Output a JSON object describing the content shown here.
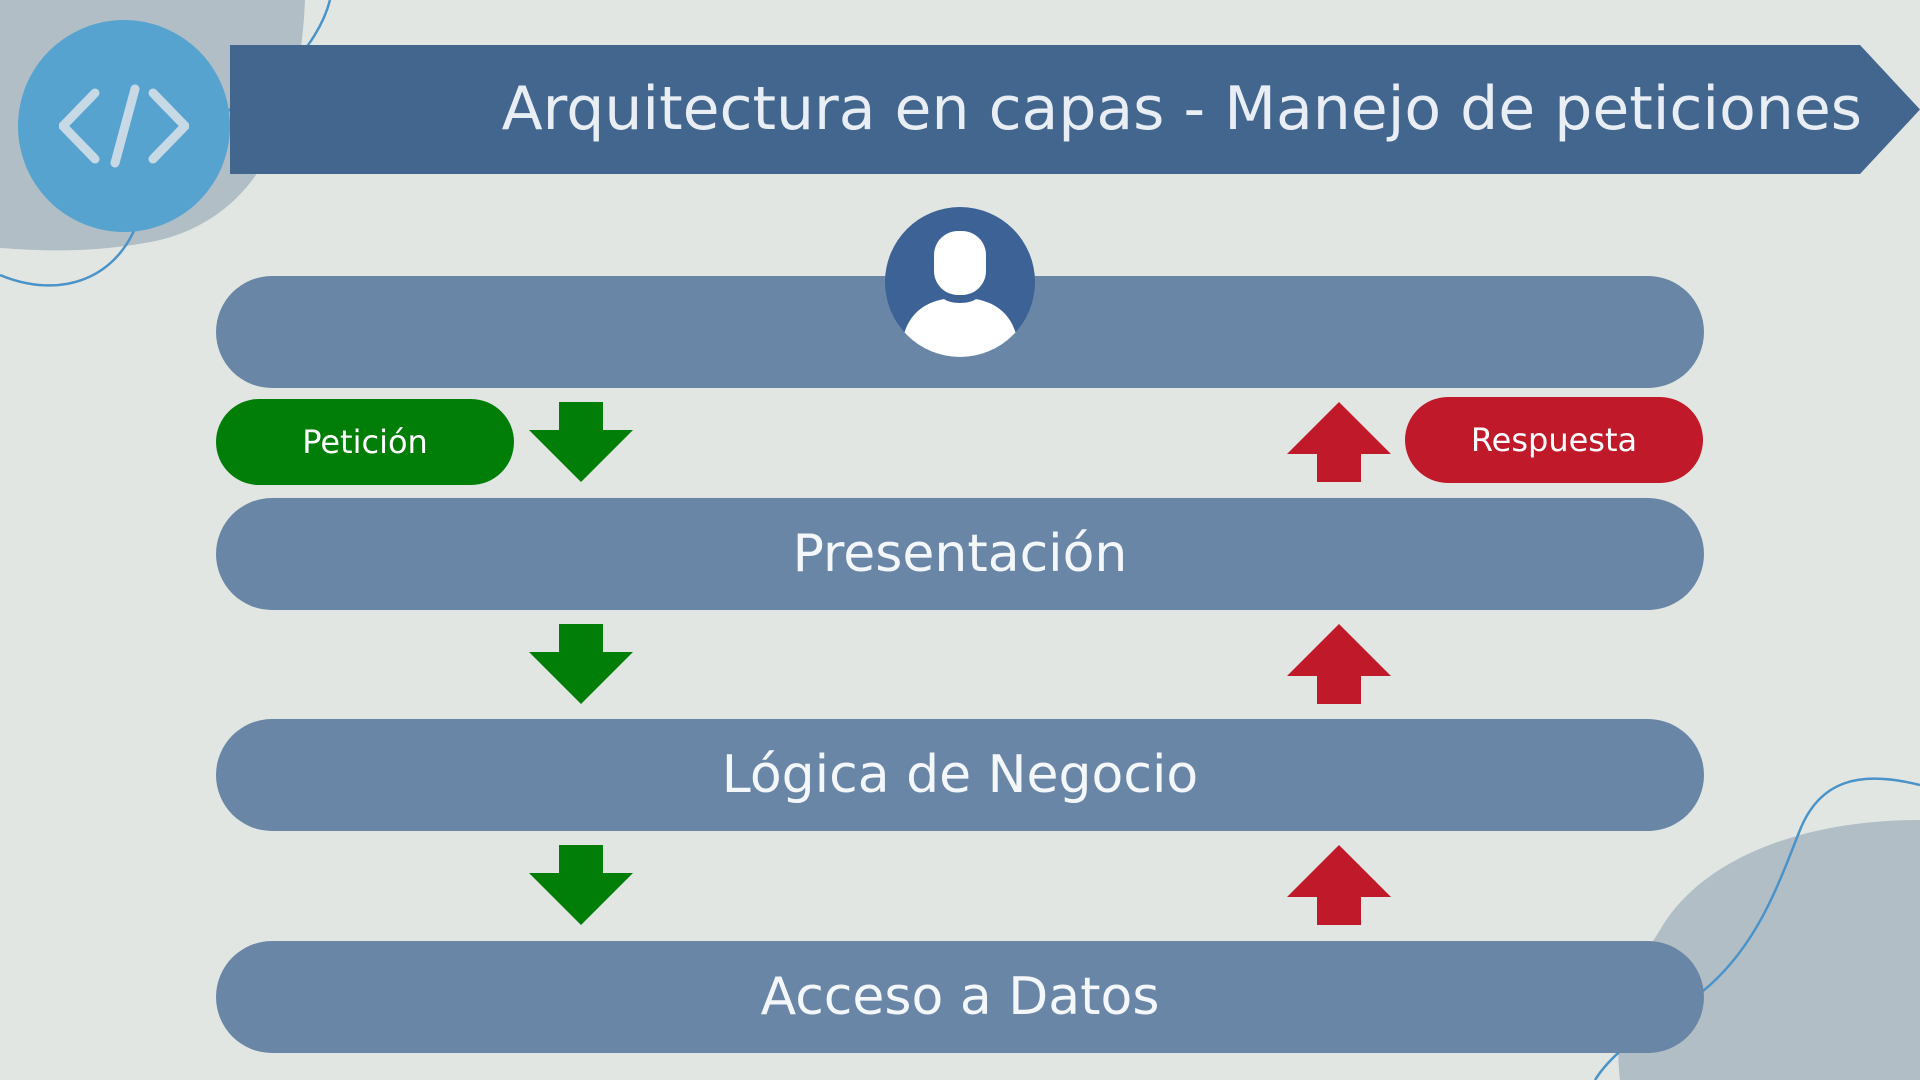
{
  "title": "Arquitectura en capas -  Manejo de peticiones",
  "logo": {
    "icon": "code-brackets-icon"
  },
  "user": {
    "icon": "user-avatar-icon"
  },
  "request": {
    "label": "Petición",
    "color": "#017e07"
  },
  "response": {
    "label": "Respuesta",
    "color": "#c0192a"
  },
  "layers": [
    {
      "label": "Presentación"
    },
    {
      "label": "Lógica de Negocio"
    },
    {
      "label": "Acceso a Datos"
    }
  ],
  "colors": {
    "background": "#e1e6e3",
    "banner": "#43668f",
    "layer": "#6a86a6",
    "logo": "#56a3d0",
    "avatar": "#3c6296"
  }
}
